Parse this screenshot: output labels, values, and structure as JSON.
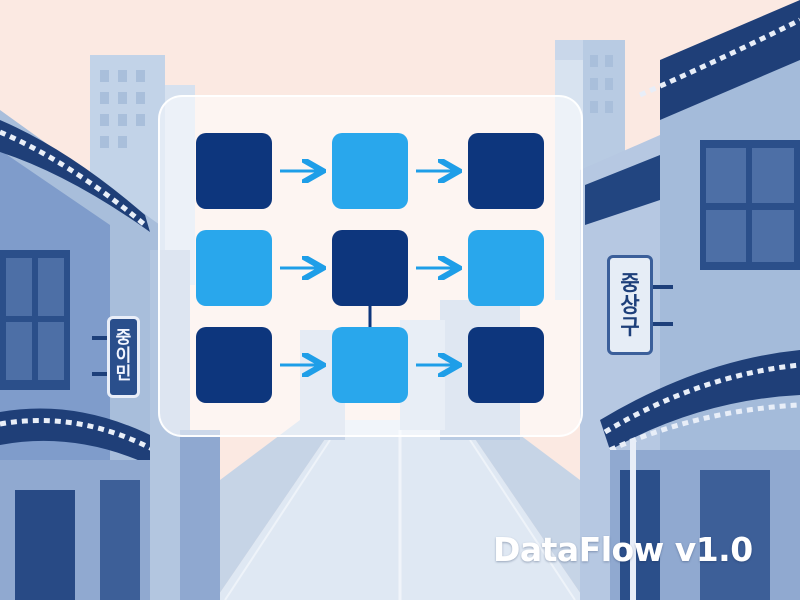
{
  "brand": {
    "text": "DataFlow v1.0"
  },
  "signs": {
    "left": [
      "중",
      "이",
      "민"
    ],
    "right": [
      "중",
      "상",
      "구"
    ]
  },
  "diagram": {
    "rows": [
      [
        "dark",
        "light",
        "dark"
      ],
      [
        "light",
        "dark",
        "light"
      ],
      [
        "dark",
        "light",
        "dark"
      ]
    ],
    "colors": {
      "dark": "#0d367d",
      "light": "#29a7ec",
      "arrow": "#1e9ee8"
    }
  }
}
